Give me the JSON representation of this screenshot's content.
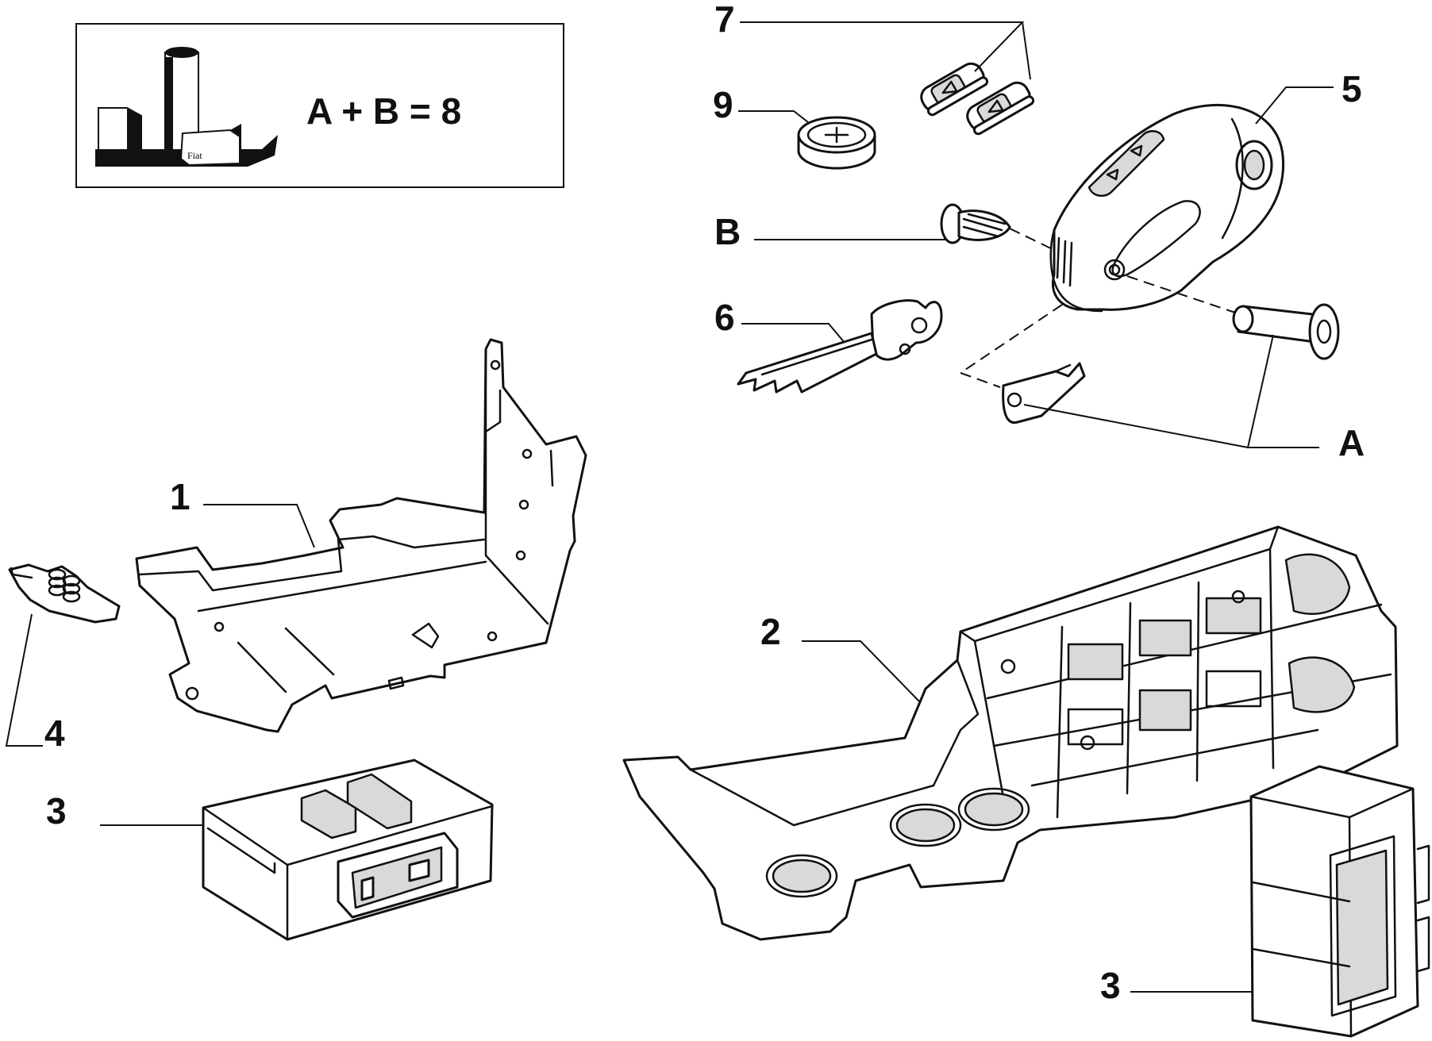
{
  "legend": {
    "formula": "A + B = 8",
    "logo_text": "Fiat"
  },
  "callouts": [
    {
      "id": "7",
      "text": "7"
    },
    {
      "id": "9",
      "text": "9"
    },
    {
      "id": "5",
      "text": "5"
    },
    {
      "id": "B",
      "text": "B"
    },
    {
      "id": "6",
      "text": "6"
    },
    {
      "id": "A",
      "text": "A"
    },
    {
      "id": "1",
      "text": "1"
    },
    {
      "id": "4",
      "text": "4"
    },
    {
      "id": "2",
      "text": "2"
    },
    {
      "id": "3a",
      "text": "3"
    },
    {
      "id": "3b",
      "text": "3"
    }
  ]
}
